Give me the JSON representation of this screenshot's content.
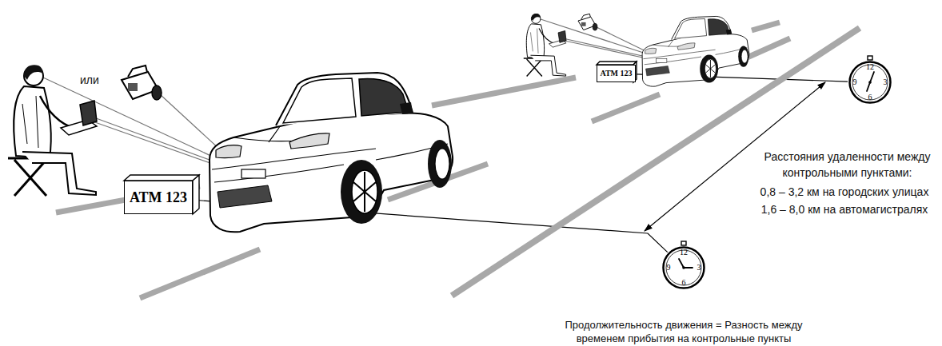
{
  "diagram": {
    "nodes": [
      {
        "text": [
          "ATM 123"
        ]
      },
      {
        "text": [
          "12",
          "3",
          "6",
          "9"
        ]
      },
      {
        "text": [
          "ATM 123"
        ]
      },
      {
        "text": [
          "12",
          "3",
          "6",
          "9"
        ]
      }
    ],
    "edges": [
      {
        "from": 0,
        "to": 1,
        "arrow": "none"
      },
      {
        "from": 2,
        "to": 3,
        "arrow": "none"
      }
    ],
    "labels": [
      "или",
      "Расстояния удаленности между контрольными пунктами:",
      "0,8 – 3,2 км на городских улицах",
      "1,6 – 8,0 км на автомагистралях",
      "Продолжительность движения = Разность между временем прибытия на контрольные пункты"
    ]
  }
}
